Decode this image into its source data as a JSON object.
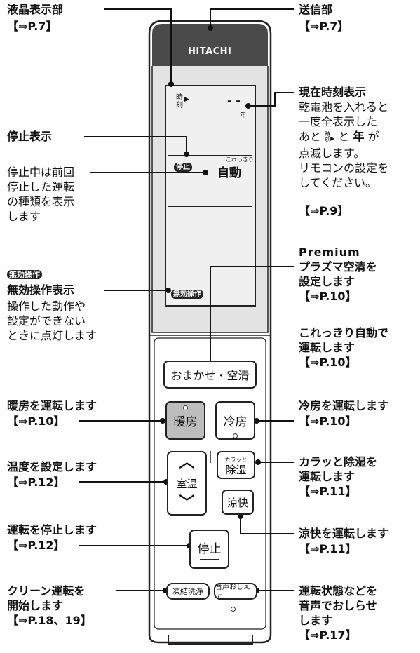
{
  "brand": "HITACHI",
  "callouts": {
    "lcd": {
      "title": "液晶表示部",
      "ref": "【⇒P.7】"
    },
    "transmitter": {
      "title": "送信部",
      "ref": "【⇒P.7】"
    },
    "clock": {
      "title": "現在時刻表示",
      "lines": [
        "乾電池を入れると",
        "一度全表示した"
      ],
      "line3_pre": "あと",
      "line3_mid": "と",
      "line3_bold": "年",
      "line3_post": "が",
      "lines_after": [
        "点滅します。",
        "リモコンの設定を",
        "してください。"
      ],
      "ref": "【⇒P.9】"
    },
    "stop_display": {
      "title": "停止表示",
      "desc": [
        "停止中は前回",
        "停止した運転",
        "の種類を表示",
        "します"
      ]
    },
    "invalid": {
      "badge": "無効操作",
      "title": "無効操作表示",
      "desc": [
        "操作した動作や",
        "設定ができない",
        "ときに点灯します"
      ]
    },
    "premium": {
      "lines": [
        "Premium",
        "プラズマ空清を",
        "設定します"
      ],
      "ref": "【⇒P.10】"
    },
    "korekkiri": {
      "lines": [
        "これっきり自動で",
        "運転します"
      ],
      "ref": "【⇒P.10】"
    },
    "heat": {
      "title": "暖房を運転します",
      "ref": "【⇒P.10】"
    },
    "cool": {
      "title": "冷房を運転します",
      "ref": "【⇒P.10】"
    },
    "temp": {
      "title": "温度を設定します",
      "ref": "【⇒P.12】"
    },
    "dehumid": {
      "lines": [
        "カラッと除湿を",
        "運転します"
      ],
      "ref": "【⇒P.11】"
    },
    "stop": {
      "title": "運転を停止します",
      "ref": "【⇒P.12】"
    },
    "ryokai": {
      "title": "涼快を運転します",
      "ref": "【⇒P.11】"
    },
    "clean": {
      "lines": [
        "クリーン運転を",
        "開始します"
      ],
      "ref": "【⇒P.18、19】"
    },
    "voice": {
      "lines": [
        "運転状態などを",
        "音声でおしらせ",
        "します"
      ],
      "ref": "【⇒P.17】"
    }
  },
  "lcd": {
    "clock_label": [
      "時",
      "刻"
    ],
    "clock_digits": "- -",
    "year_label": "年",
    "stop_badge": "停止",
    "korekkiri_small": "これっきり",
    "auto_label": "自動",
    "invalid_badge": "無効操作"
  },
  "buttons": {
    "omakase": "おまかせ・空清",
    "heat": "暖房",
    "cool": "冷房",
    "temp_label": "室温",
    "temp_up": "^",
    "temp_down": "v",
    "dehumid_small": "カラッと",
    "dehumid": "除湿",
    "ryokai": "涼快",
    "stop": "停止",
    "freeze_wash": "凍結洗浄",
    "voice": "音声おしえて"
  }
}
